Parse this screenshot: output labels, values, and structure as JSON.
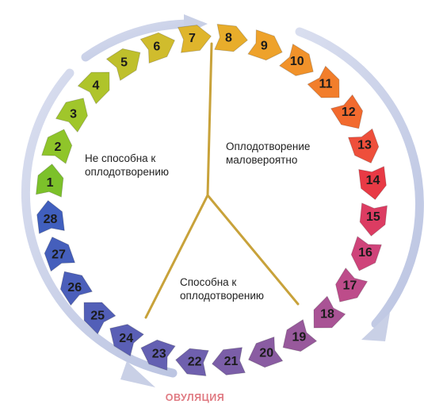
{
  "days": [
    {
      "label": "1",
      "color": "#7cc12a"
    },
    {
      "label": "2",
      "color": "#8fc52a"
    },
    {
      "label": "3",
      "color": "#a0c62b"
    },
    {
      "label": "4",
      "color": "#afc42b"
    },
    {
      "label": "5",
      "color": "#bfc02c"
    },
    {
      "label": "6",
      "color": "#d0bc2d"
    },
    {
      "label": "7",
      "color": "#dfb52c"
    },
    {
      "label": "8",
      "color": "#e8ad2b"
    },
    {
      "label": "9",
      "color": "#eea22b"
    },
    {
      "label": "10",
      "color": "#f1922a"
    },
    {
      "label": "11",
      "color": "#f27e2b"
    },
    {
      "label": "12",
      "color": "#f26a2e"
    },
    {
      "label": "13",
      "color": "#ee4f3b"
    },
    {
      "label": "14",
      "color": "#e83a45"
    },
    {
      "label": "15",
      "color": "#dc3c62"
    },
    {
      "label": "16",
      "color": "#cf447a"
    },
    {
      "label": "17",
      "color": "#bd4c8a"
    },
    {
      "label": "18",
      "color": "#a95395"
    },
    {
      "label": "19",
      "color": "#98599c"
    },
    {
      "label": "20",
      "color": "#8a5ca2"
    },
    {
      "label": "21",
      "color": "#7b5ea8"
    },
    {
      "label": "22",
      "color": "#6f60ae"
    },
    {
      "label": "23",
      "color": "#6460b2"
    },
    {
      "label": "24",
      "color": "#5a5fb5"
    },
    {
      "label": "25",
      "color": "#525fb8"
    },
    {
      "label": "26",
      "color": "#4b5fba"
    },
    {
      "label": "27",
      "color": "#455fbc"
    },
    {
      "label": "28",
      "color": "#405fbe"
    }
  ],
  "regions": {
    "infertile_left": [
      "Не способна к",
      "оплодотворению"
    ],
    "unlikely": [
      "Оплодотворение",
      "маловероятно"
    ],
    "fertile": [
      "Способна к",
      "оплодотворению"
    ]
  },
  "ovulation_label": "ОВУЛЯЦИЯ",
  "colors": {
    "divider": "#c8a23a",
    "ovulation_text": "#e07a82",
    "back_arrow": "#c9d0e6"
  }
}
